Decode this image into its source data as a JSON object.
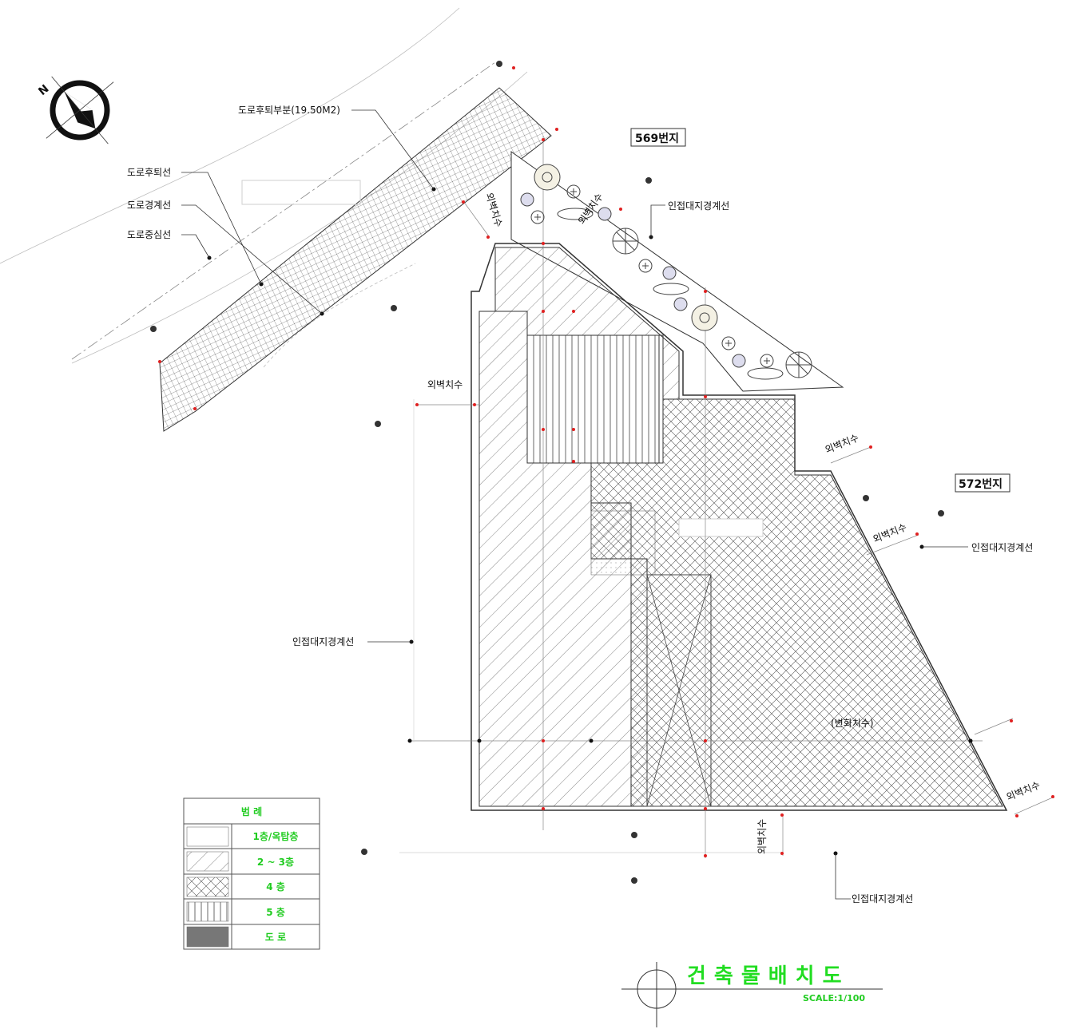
{
  "labels": {
    "road_setback_area": "도로후퇴부분(19.50M2)",
    "road_setback_line": "도로후퇴선",
    "road_boundary_line": "도로경계선",
    "road_center_line": "도로중심선",
    "exterior_dim_1": "외벽치수",
    "exterior_dim_2": "외벽치수",
    "exterior_dim_3": "외벽치수",
    "exterior_dim_4": "외벽치수",
    "exterior_dim_5": "외벽치수",
    "exterior_dim_6": "외벽치수",
    "exterior_dim_7": "외벽치수",
    "adjacent_boundary_top": "인접대지경계선",
    "adjacent_boundary_right": "인접대지경계선",
    "adjacent_boundary_left": "인접대지경계선",
    "adjacent_boundary_bottom": "인접대지경계선",
    "variable_dim": "(변화치수)"
  },
  "lots": {
    "north_lot": "569번지",
    "east_lot": "572번지"
  },
  "legend": {
    "header": "범 례",
    "rows": [
      {
        "label": "1층/옥탑층",
        "pattern": "blank"
      },
      {
        "label": "2 ~ 3층",
        "pattern": "diagonal"
      },
      {
        "label": "4 층",
        "pattern": "crosshatch"
      },
      {
        "label": "5 층",
        "pattern": "vertical"
      },
      {
        "label": "도 로",
        "pattern": "solid"
      }
    ]
  },
  "title": {
    "main": "건축물배치도",
    "scale": "SCALE:1/100"
  },
  "colors": {
    "legend_text": "#22cc22",
    "title": "#22dd22",
    "hatch": "#555555",
    "dim_marker": "#e02020"
  },
  "icons": {
    "north_arrow": "north-arrow-icon",
    "level_marker": "level-marker-icon",
    "tree": "tree-icon"
  }
}
